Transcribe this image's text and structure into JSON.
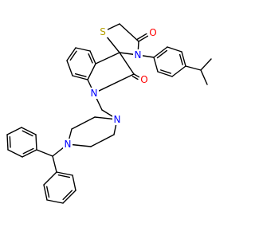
{
  "molecule": {
    "atom_labels": {
      "sulfur": "S",
      "thiazolidine_oxygen": "O",
      "thiazolidine_nitrogen": "N",
      "lactam_oxygen": "O",
      "indoline_nitrogen": "N",
      "piperazine_nitrogen_top": "N",
      "piperazine_nitrogen_bottom": "N"
    },
    "colors": {
      "bond": "#000000",
      "sulfur": "#b5a000",
      "oxygen": "#ff0000",
      "nitrogen": "#0000ff",
      "background": "#ffffff"
    }
  }
}
